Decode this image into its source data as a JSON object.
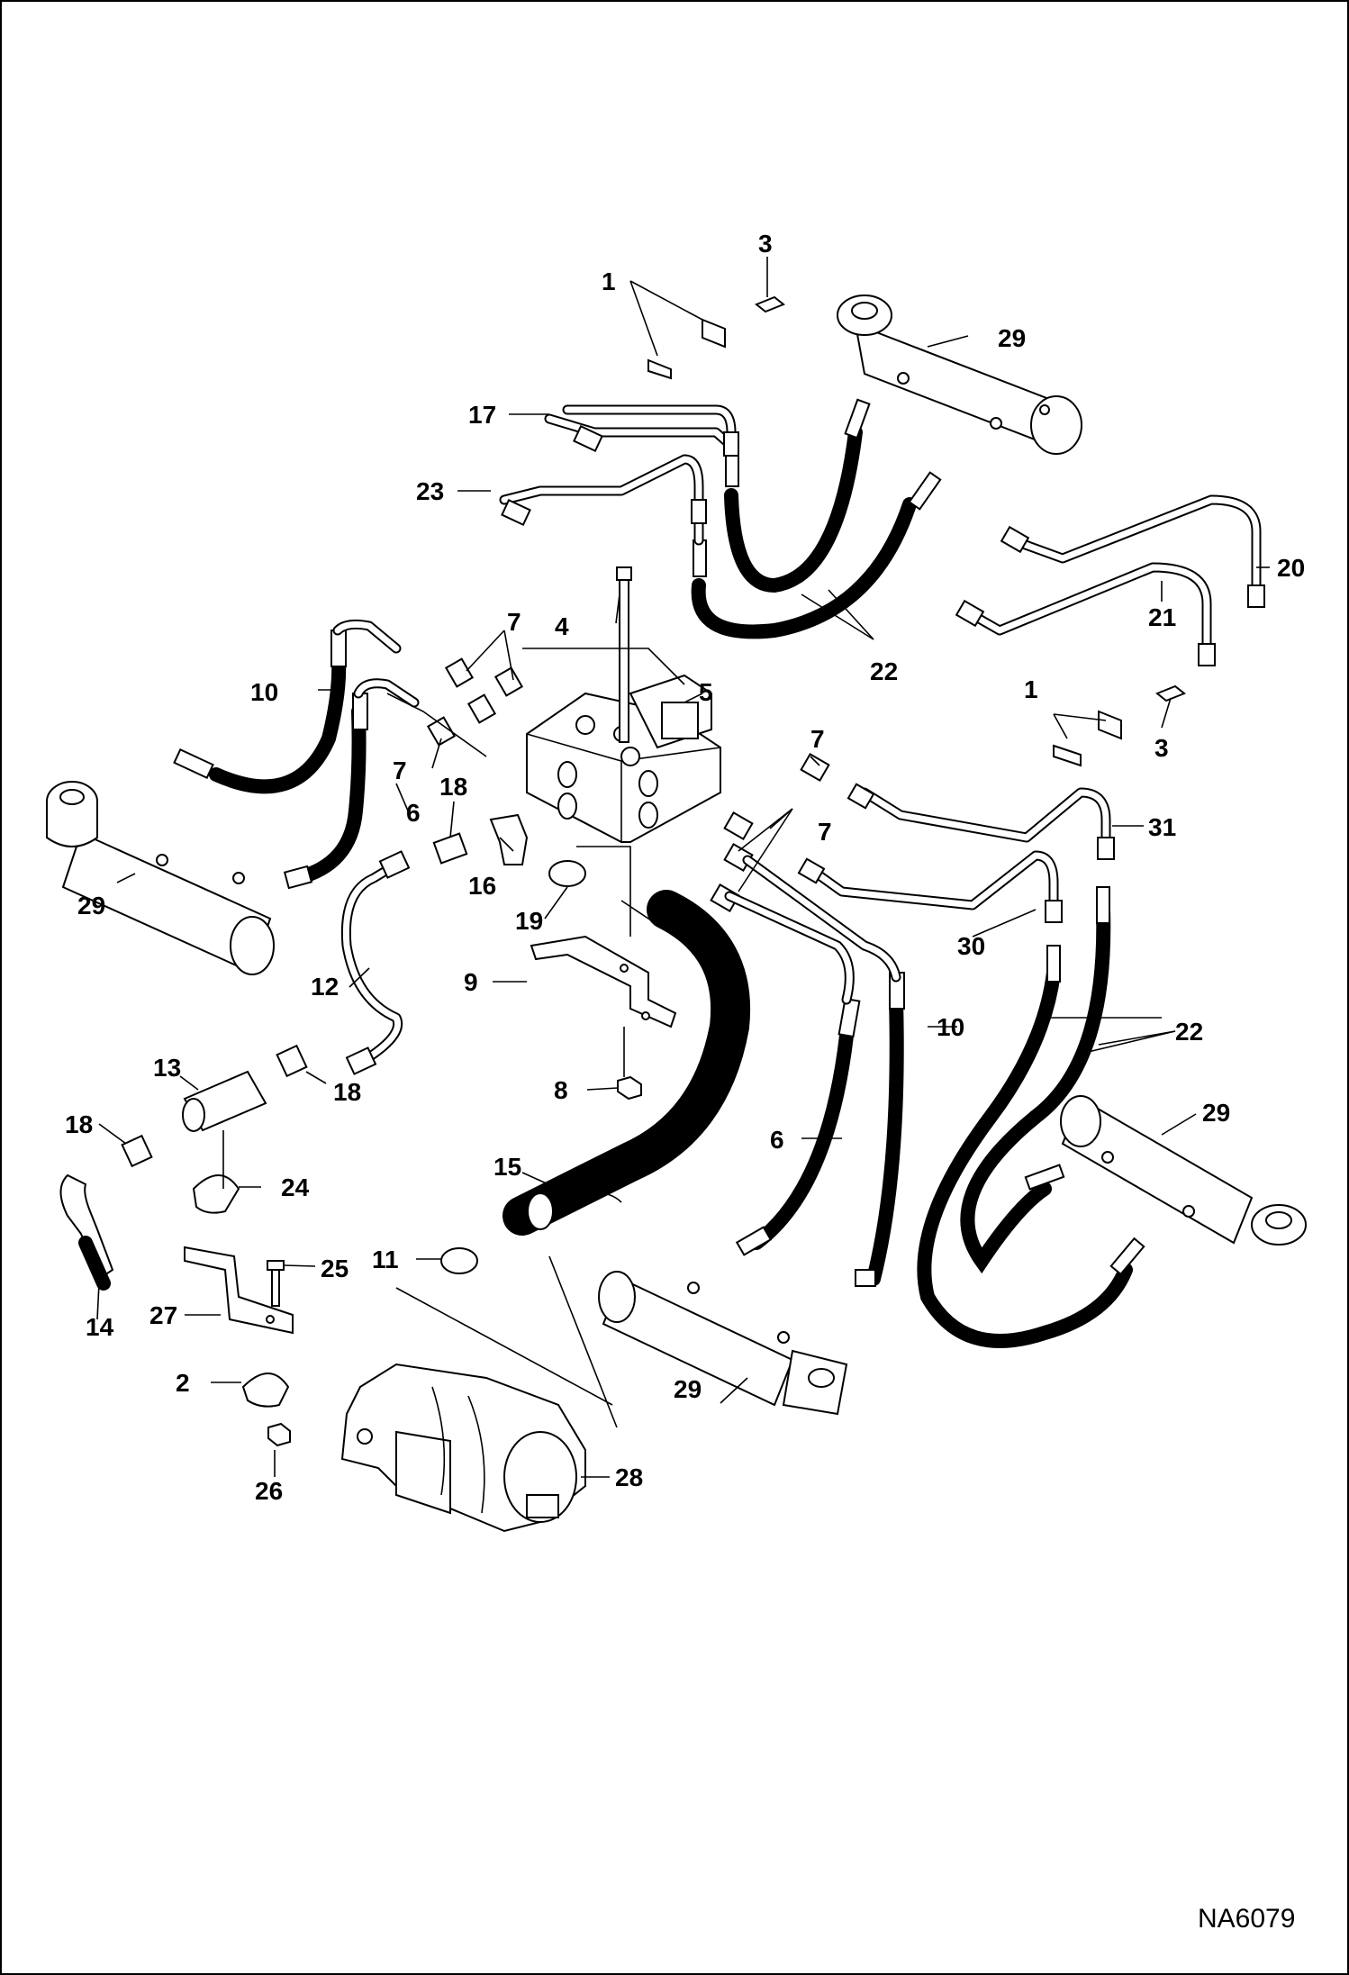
{
  "figure_id": "NA6079",
  "callouts": {
    "c1a": "1",
    "c1b": "1",
    "c2": "2",
    "c3a": "3",
    "c3b": "3",
    "c4": "4",
    "c5": "5",
    "c6a": "6",
    "c6b": "6",
    "c7a": "7",
    "c7b": "7",
    "c7c": "7",
    "c7d": "7",
    "c8": "8",
    "c9": "9",
    "c10a": "10",
    "c10b": "10",
    "c11": "11",
    "c12": "12",
    "c13": "13",
    "c14": "14",
    "c15": "15",
    "c16": "16",
    "c17": "17",
    "c18a": "18",
    "c18b": "18",
    "c18c": "18",
    "c19": "19",
    "c20": "20",
    "c21": "21",
    "c22a": "22",
    "c22b": "22",
    "c23": "23",
    "c24": "24",
    "c25": "25",
    "c26": "26",
    "c27": "27",
    "c28": "28",
    "c29a": "29",
    "c29b": "29",
    "c29c": "29",
    "c29d": "29",
    "c30": "30",
    "c31": "31"
  }
}
